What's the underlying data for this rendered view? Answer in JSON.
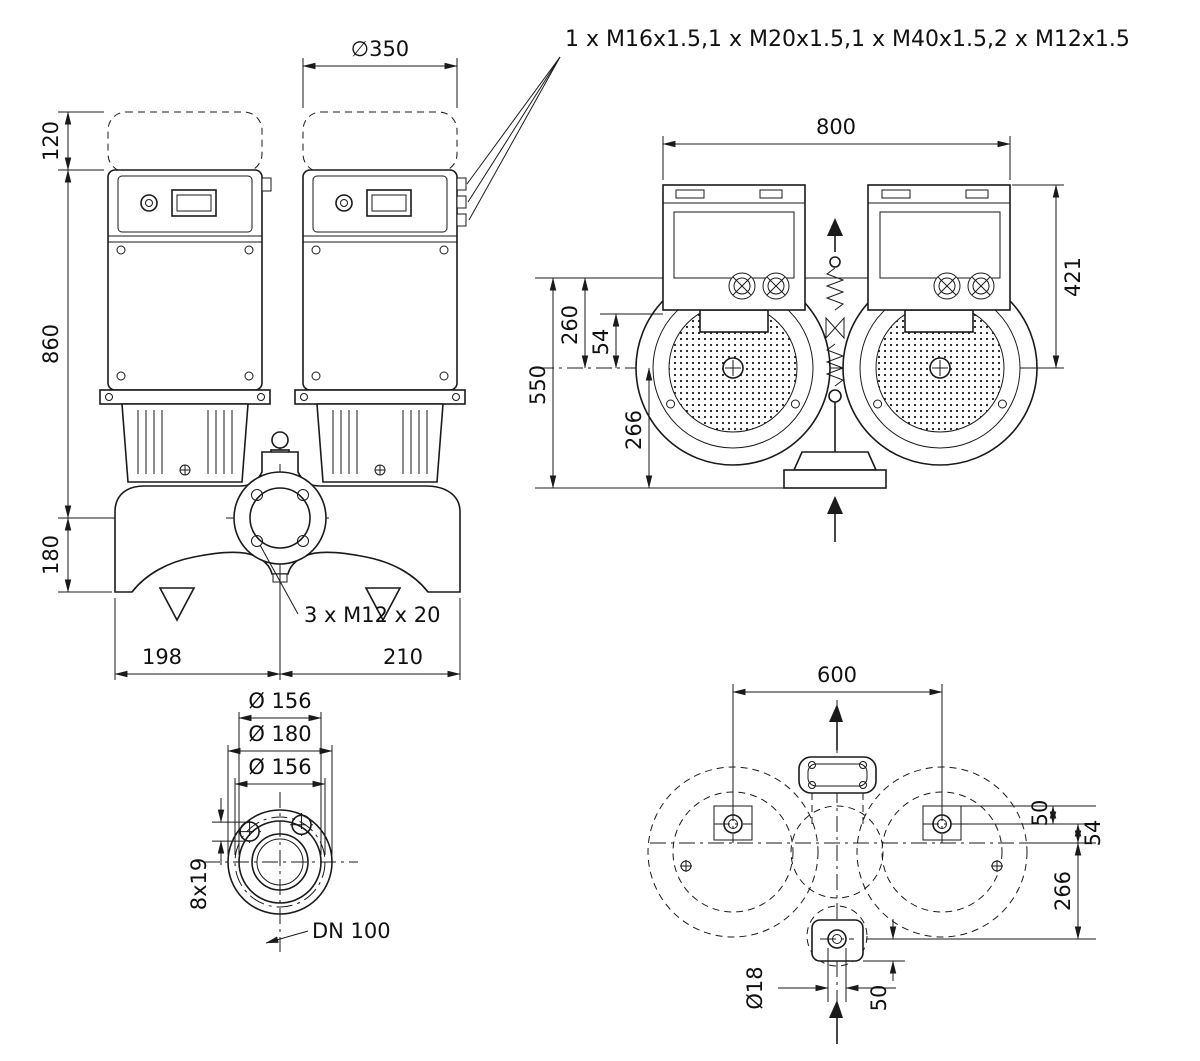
{
  "annotation": {
    "glands": "1 x M16x1.5,1 x M20x1.5,1 x M40x1.5,2 x M12x1.5"
  },
  "front": {
    "dia_350": "∅350",
    "dim_120": "120",
    "dim_860": "860",
    "dim_180": "180",
    "dim_198": "198",
    "dim_210": "210",
    "bolt_callout": "3 x M12 x 20"
  },
  "side": {
    "dim_800": "800",
    "dim_421": "421",
    "dim_550": "550",
    "dim_260": "260",
    "dim_54": "54",
    "dim_266": "266"
  },
  "flange": {
    "dia_outer": "Ø 156",
    "dia_180": "Ø 180",
    "dia_156": "Ø 156",
    "holes": "8x19",
    "dn": "DN 100"
  },
  "plan": {
    "dim_600": "600",
    "dim_50_top": "50",
    "dim_54": "54",
    "dim_266": "266",
    "dia_18": "Ø18",
    "dim_50_bottom": "50"
  },
  "colors": {
    "line": "#1a1a1a",
    "background": "#ffffff"
  }
}
